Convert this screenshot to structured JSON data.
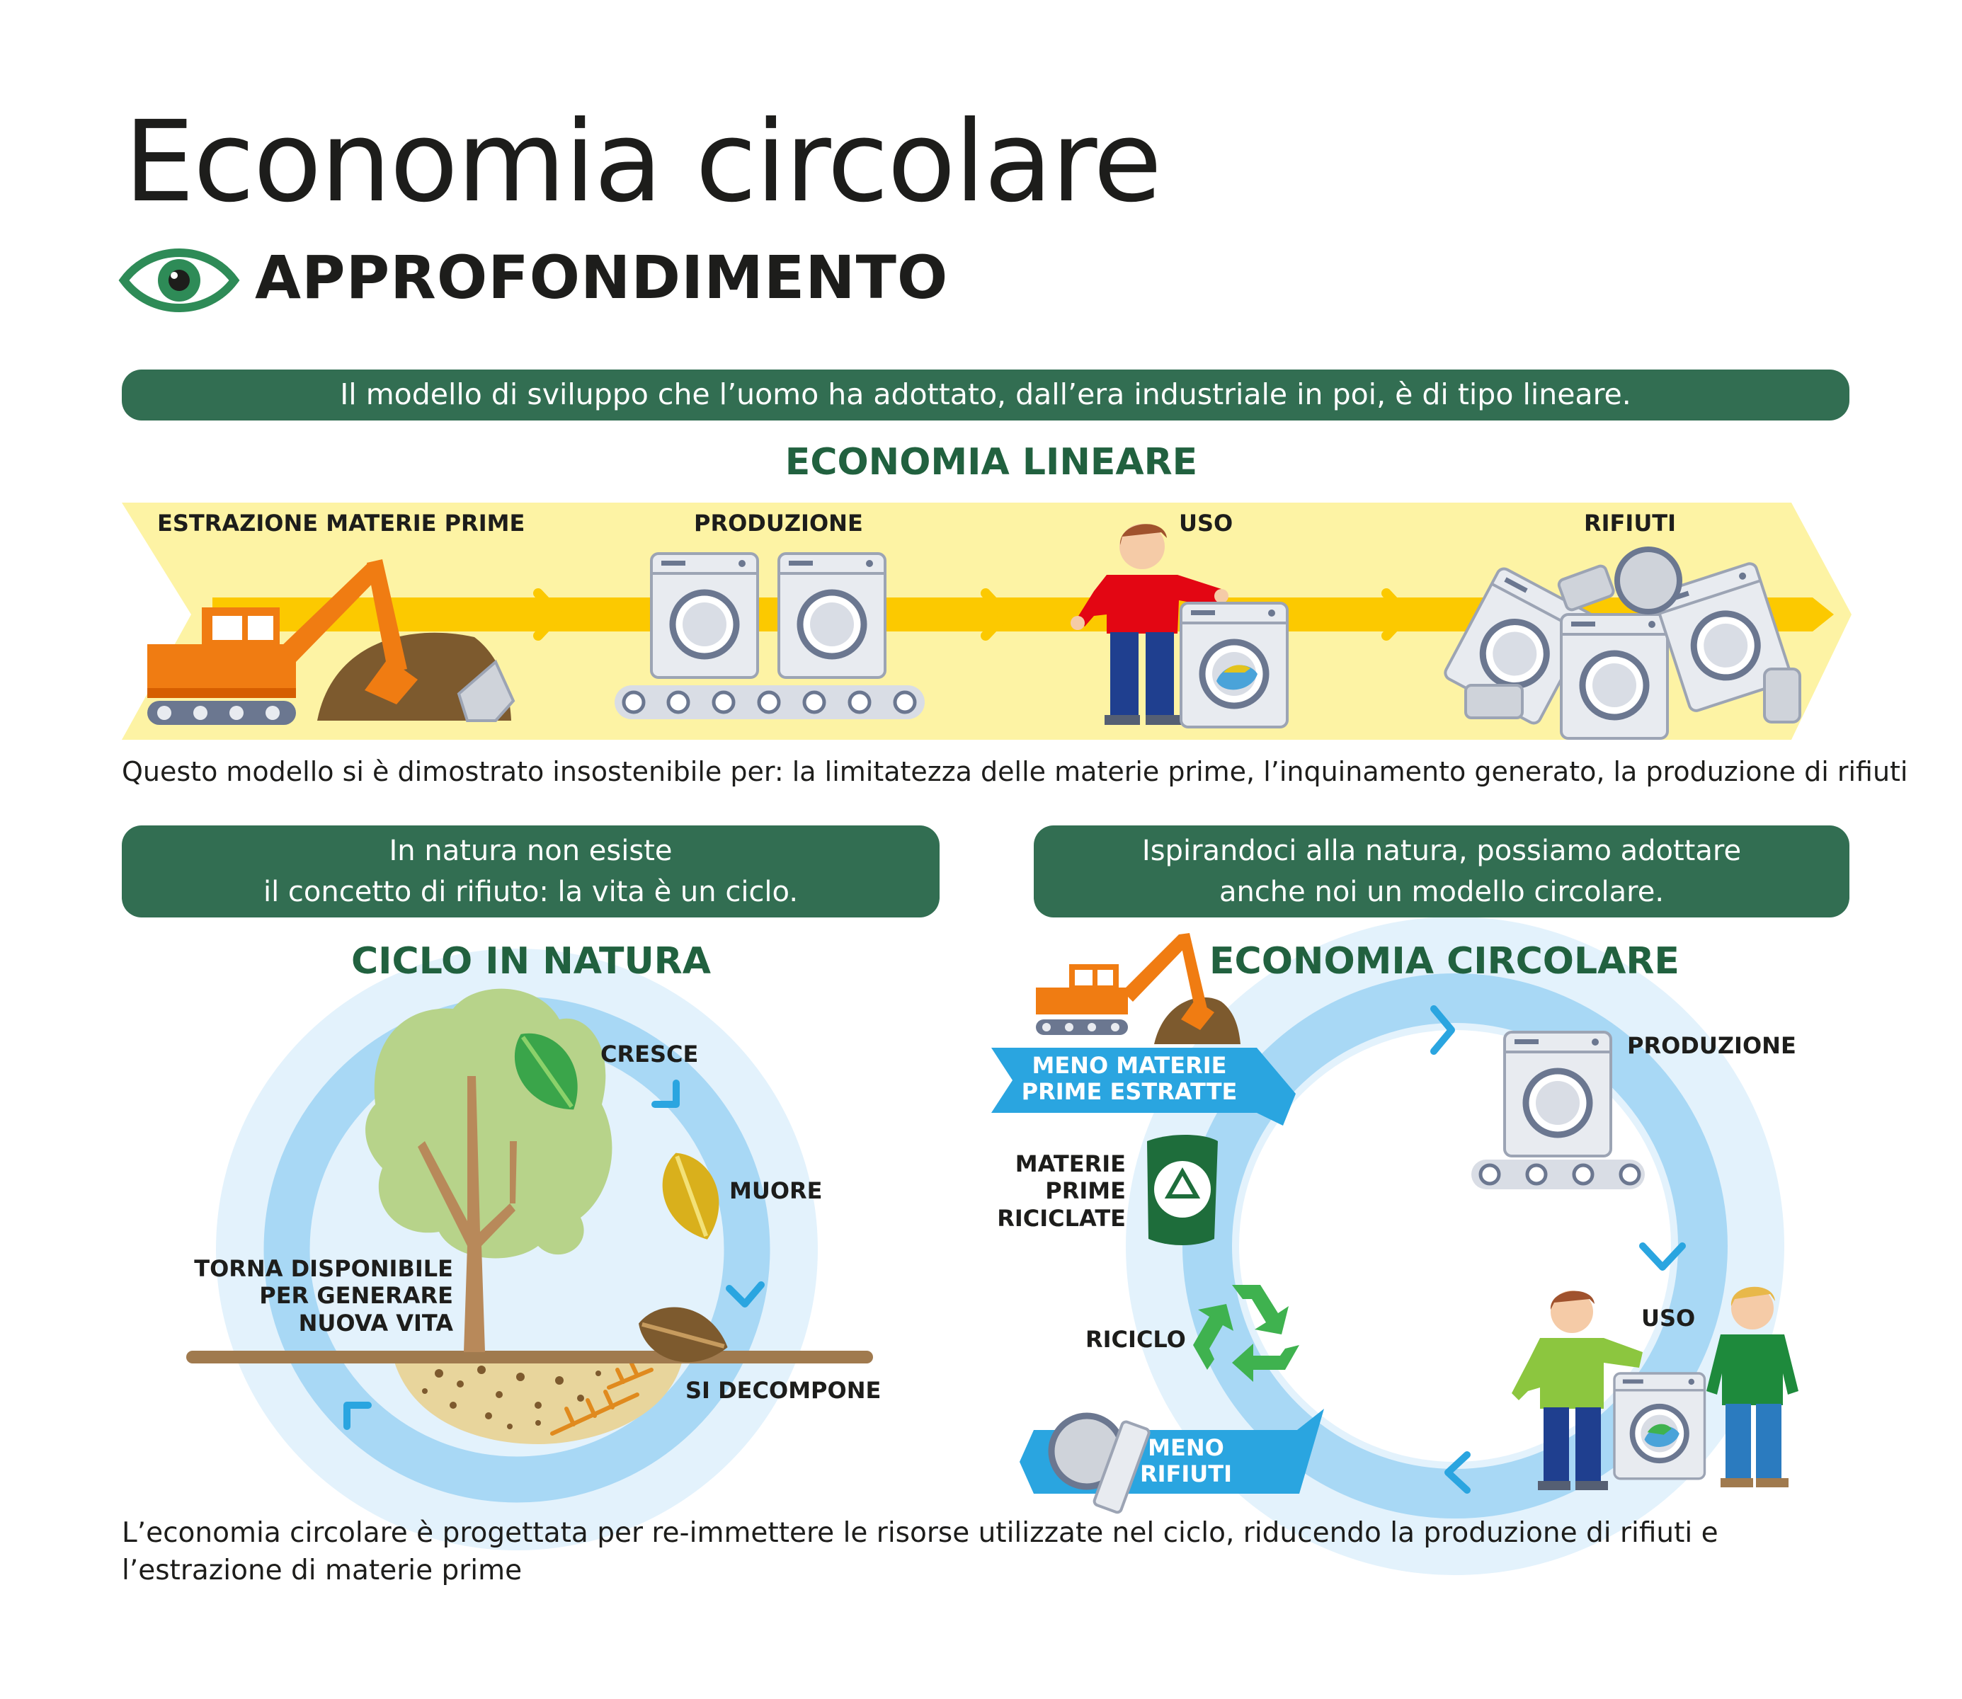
{
  "header": {
    "title": "Economia circolare",
    "subtitle": "APPROFONDIMENTO"
  },
  "linear": {
    "banner": "Il modello di sviluppo che l’uomo ha adottato, dall’era industriale in poi, è di tipo lineare.",
    "title": "ECONOMIA LINEARE",
    "steps": [
      "ESTRAZIONE MATERIE PRIME",
      "PRODUZIONE",
      "USO",
      "RIFIUTI"
    ],
    "note": "Questo modello si è dimostrato insostenibile per: la limitatezza delle materie prime, l’inquinamento generato, la produzione di rifiuti"
  },
  "nature": {
    "banner_line1": "In natura non esiste",
    "banner_line2": "il concetto di rifiuto: la vita è un ciclo.",
    "title": "CICLO IN NATURA",
    "grows": "CRESCE",
    "dies": "MUORE",
    "decomposes": "SI DECOMPONE",
    "available_1": "TORNA DISPONIBILE",
    "available_2": "PER GENERARE",
    "available_3": "NUOVA VITA"
  },
  "circular": {
    "banner_line1": "Ispirandoci alla natura, possiamo adottare",
    "banner_line2": "anche noi un modello circolare.",
    "title": "ECONOMIA CIRCOLARE",
    "production": "PRODUZIONE",
    "use": "USO",
    "recycling": "RICICLO",
    "recycled_1": "MATERIE",
    "recycled_2": "PRIME",
    "recycled_3": "RICICLATE",
    "less_raw_1": "MENO MATERIE",
    "less_raw_2": "PRIME ESTRATTE",
    "less_waste_1": "MENO",
    "less_waste_2": "RIFIUTI"
  },
  "footer": {
    "text": "L’economia circolare è progettata per re-immettere le risorse utilizzate nel ciclo, riducendo la produzione di rifiuti e l’estrazione di materie prime"
  },
  "colors": {
    "green_dark": "#326e52",
    "title_green": "#21613f",
    "yellow_band": "#fdf3a4",
    "yellow_arrow": "#fcc900",
    "light_blue": "#e3f2fc",
    "mid_blue": "#a8d8f5",
    "accent_blue": "#2aa5e0",
    "orange": "#f07c12"
  },
  "icons": [
    "eye-icon",
    "excavator-icon",
    "washing-machine-icon",
    "person-icon",
    "tree-icon",
    "leaf-icon",
    "recycle-icon",
    "recycled-bag-icon"
  ]
}
